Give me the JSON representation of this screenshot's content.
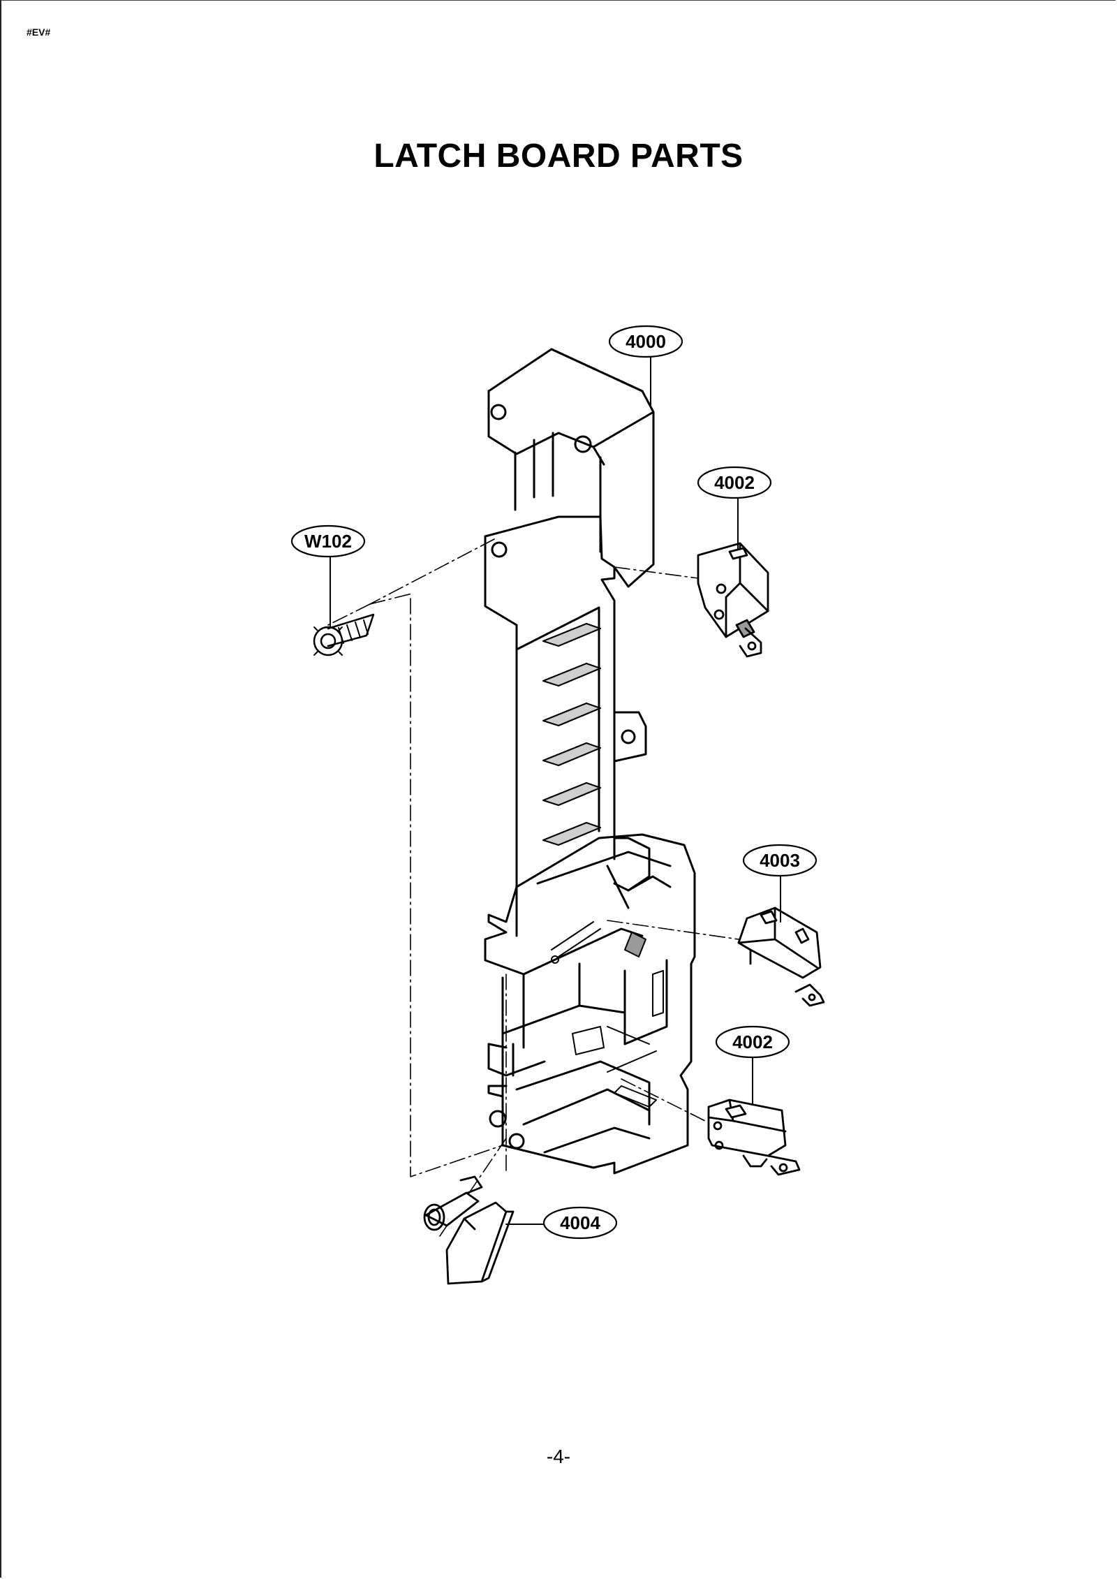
{
  "header": {
    "doc_code": "#EV#"
  },
  "title": "LATCH BOARD PARTS",
  "parts": [
    {
      "id": "frame",
      "callout": "4000"
    },
    {
      "id": "switch-upper",
      "callout": "4002"
    },
    {
      "id": "screw",
      "callout": "W102"
    },
    {
      "id": "switch-middle",
      "callout": "4003"
    },
    {
      "id": "switch-lower",
      "callout": "4002"
    },
    {
      "id": "lever",
      "callout": "4004"
    }
  ],
  "footer": {
    "page_number": "-4-"
  },
  "colors": {
    "line": "#000000",
    "background": "#ffffff",
    "shading": "#9a9a9a"
  }
}
